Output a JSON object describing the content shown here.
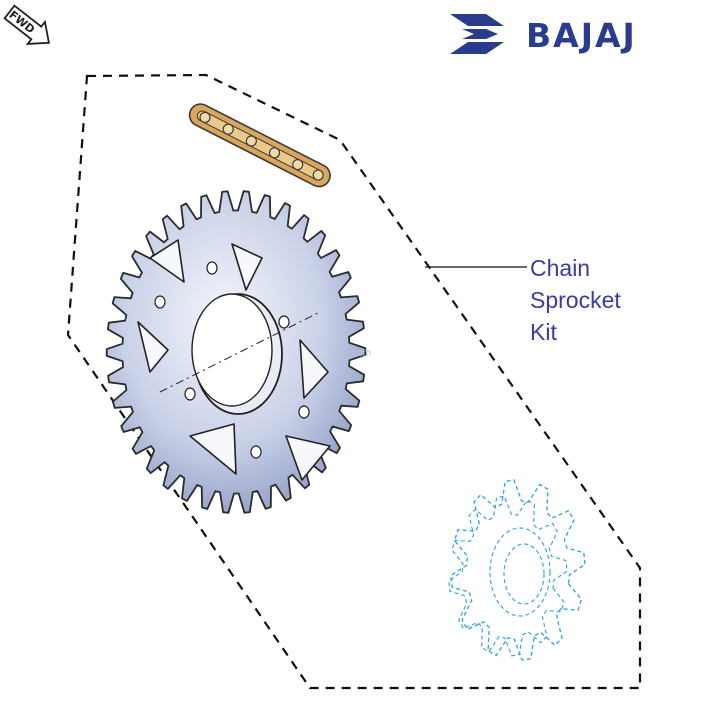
{
  "brand": {
    "name": "BAJAJ",
    "color": "#2a3c8e",
    "logo_icon": "bajaj-wing-logo"
  },
  "direction_badge": {
    "text": "FWD",
    "icon": "arrow-forward-icon"
  },
  "callout": {
    "lines": [
      "Chain",
      "Sprocket",
      "Kit"
    ],
    "color": "#3a3aa8"
  },
  "watermark": {
    "text": "ruim.com",
    "color": "#b8c2d8"
  },
  "parts": {
    "chain": {
      "color": "#d9a65a",
      "outline": "#3a3a3a"
    },
    "rear_sprocket": {
      "color": "#c7cfe6",
      "outline": "#2a2a2a",
      "teeth": 38
    },
    "front_sprocket": {
      "color": "#3aa8e0",
      "style": "dashed"
    }
  },
  "kit_outline": {
    "style": "dashed",
    "color": "#111111"
  }
}
